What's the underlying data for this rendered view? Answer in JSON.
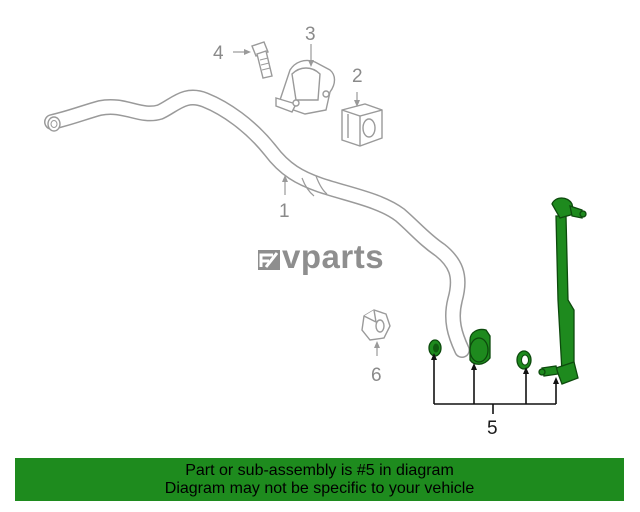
{
  "callouts": {
    "c1": "1",
    "c2": "2",
    "c3": "3",
    "c4": "4",
    "c5": "5",
    "c6": "6"
  },
  "logo": {
    "text": "vparts",
    "mark_icon": "ev-logo-mark-icon"
  },
  "banner": {
    "line1": "Part or sub-assembly is #5 in diagram",
    "line2": "Diagram may not be specific to your vehicle",
    "background": "#1e8b1e"
  },
  "colors": {
    "highlight_part": "#1e8a1e",
    "outline": "#9a9a9a"
  }
}
